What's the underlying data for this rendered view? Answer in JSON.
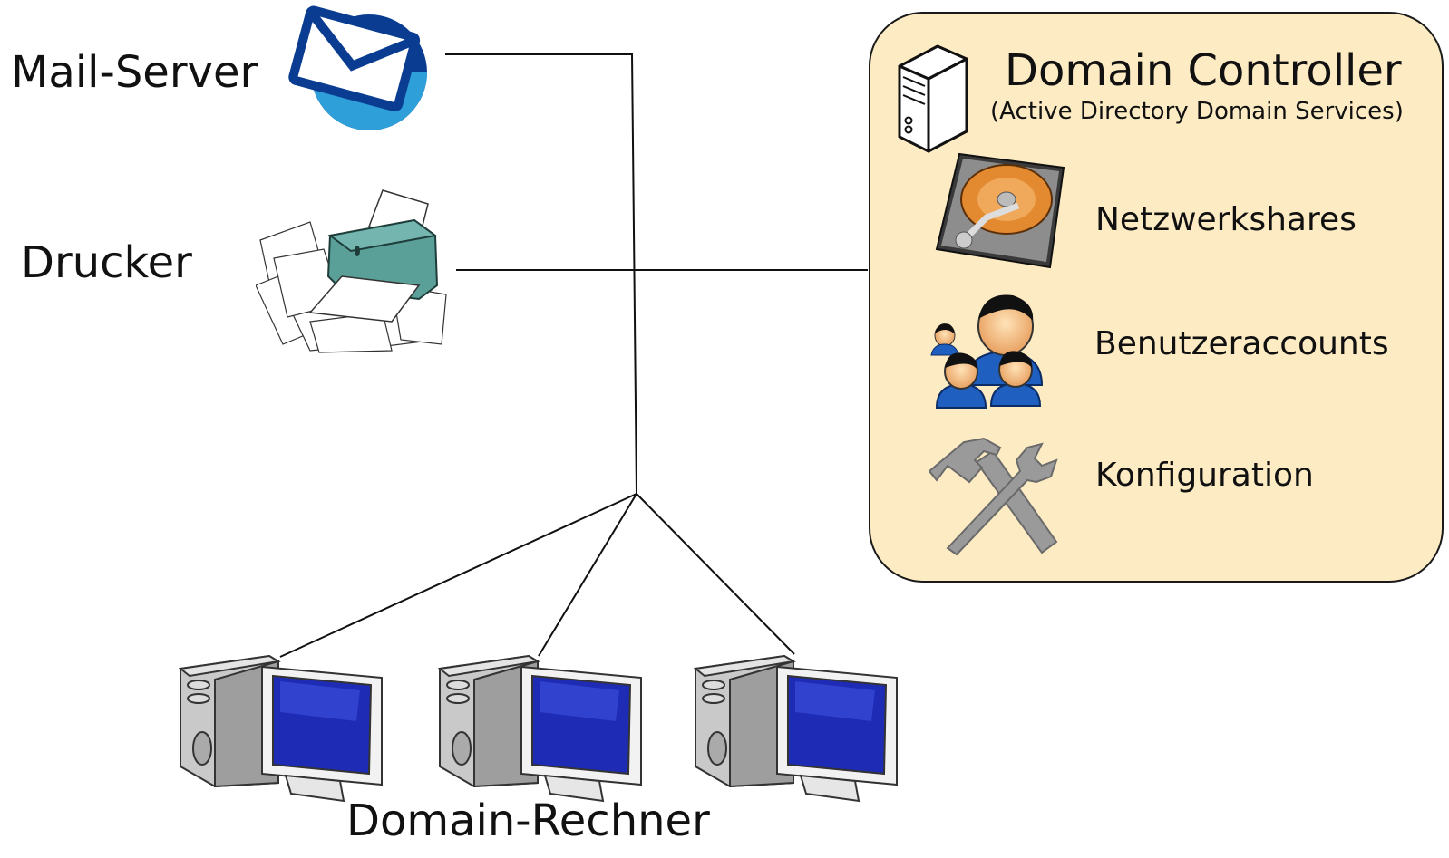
{
  "labels": {
    "mail_server": "Mail-Server",
    "printer": "Drucker",
    "domain_computers": "Domain-Rechner"
  },
  "domain_controller": {
    "title": "Domain Controller",
    "subtitle": "(Active Directory Domain Services)",
    "fill_color": "#fdebc3",
    "services": [
      {
        "label": "Netzwerkshares",
        "icon": "hard-disk-icon"
      },
      {
        "label": "Benutzeraccounts",
        "icon": "users-icon"
      },
      {
        "label": "Konfiguration",
        "icon": "tools-icon"
      }
    ]
  },
  "colors": {
    "mail_blue": "#0a3d91",
    "mail_light": "#2e9fd8",
    "printer_teal": "#5a9f98",
    "monitor_blue": "#1d2bb5",
    "tower_gray": "#c9c9c9"
  }
}
